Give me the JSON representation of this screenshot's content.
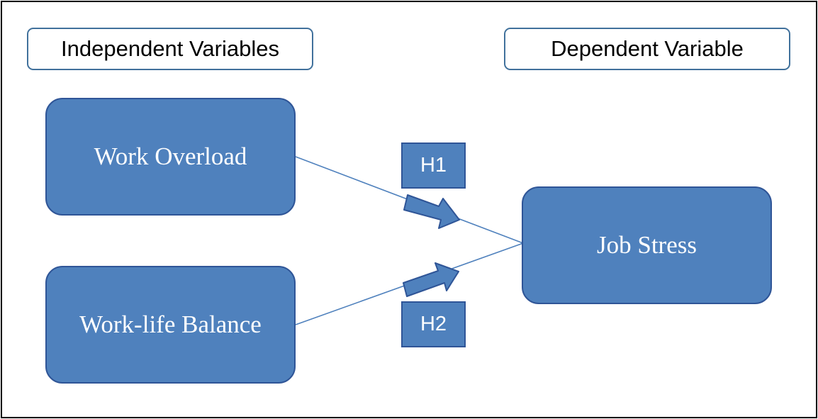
{
  "headers": {
    "left": "Independent Variables",
    "right": "Dependent Variable"
  },
  "variables": {
    "work_overload": "Work Overload",
    "work_life_balance": "Work-life Balance",
    "job_stress": "Job Stress"
  },
  "hypotheses": {
    "h1": "H1",
    "h2": "H2"
  },
  "colors": {
    "box_fill": "#4f81bd",
    "box_border": "#2f5597",
    "header_border": "#41719c",
    "connector": "#4f81bd",
    "frame": "#000000"
  }
}
